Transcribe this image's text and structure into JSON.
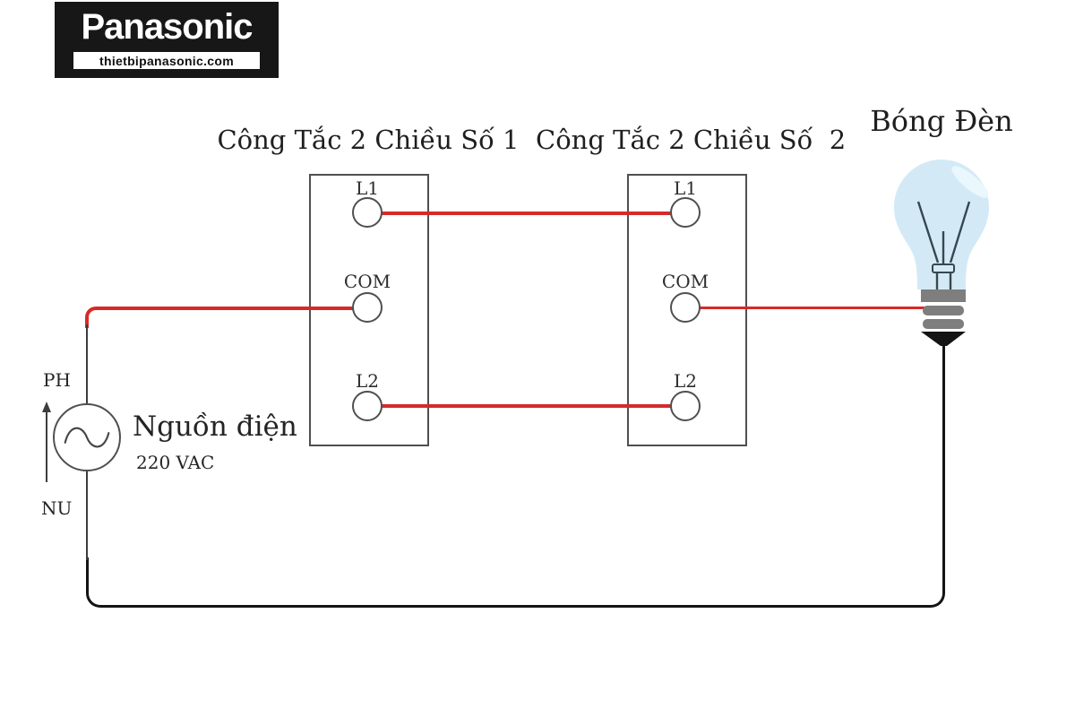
{
  "colors": {
    "background": "#ffffff",
    "wire_red": "#d62a2a",
    "wire_black": "#141414",
    "line_gray": "#3d3d3d",
    "outline_gray": "#4f4f4f",
    "text_dark": "#1f1f1f",
    "logo_bg": "#171717",
    "logo_text": "#ffffff",
    "bulb_glass": "#d3eaf6",
    "bulb_highlight": "#eaf7fd",
    "bulb_cap": "#7e7e7e"
  },
  "logo": {
    "brand": "Panasonic",
    "website": "thietbipanasonic.com"
  },
  "switch1": {
    "title": "Công Tắc 2 Chiều Số 1",
    "terminals": [
      "L1",
      "COM",
      "L2"
    ]
  },
  "switch2": {
    "title": "Công Tắc 2 Chiều Số  2",
    "terminals": [
      "L1",
      "COM",
      "L2"
    ]
  },
  "bulb": {
    "label": "Bóng Đèn"
  },
  "source": {
    "name": "Nguồn điện",
    "voltage": "220 VAC",
    "phase": "PH",
    "neutral": "NU"
  }
}
